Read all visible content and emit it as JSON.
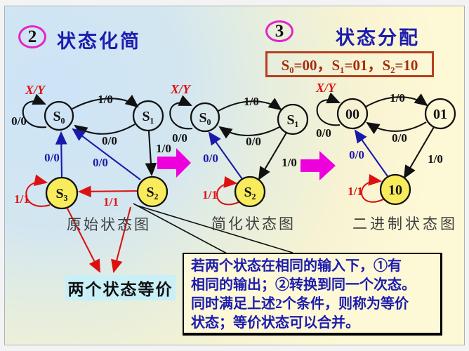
{
  "slide": {
    "section2": {
      "badge": "2",
      "title": "状态化简"
    },
    "section3": {
      "badge": "3",
      "title": "状态分配"
    },
    "assignment_text": "S₀=00，S₁=01，S₂=10",
    "colors": {
      "badge_ring_magenta": "#e324c8",
      "title_blue": "#1c1cae",
      "assignment_red": "#a52e0d",
      "arrow_black": "#111111",
      "arrow_blue": "#1a1aaa",
      "arrow_red": "#dd1111",
      "state_yellow_fill": "#f8eb5c",
      "big_arrow_magenta": "#ee00dd",
      "equiv_box_bg": "#c9f0f7",
      "bg_blue": "#cde4f7",
      "bg_yellow": "#fdf8d6"
    },
    "diagrams": [
      {
        "caption": "原始状态图",
        "input_output_label": "X/Y",
        "states": [
          {
            "label": "S₀"
          },
          {
            "label": "S₁"
          },
          {
            "label": "S₃"
          },
          {
            "label": "S₂"
          }
        ],
        "edges": [
          {
            "from": "S0",
            "to": "S0",
            "label": "0/0"
          },
          {
            "from": "S0",
            "to": "S1",
            "label": "1/0"
          },
          {
            "from": "S1",
            "to": "S0",
            "label": "0/0"
          },
          {
            "from": "S1",
            "to": "S2",
            "label": "1/0"
          },
          {
            "from": "S3",
            "to": "S0",
            "label": "0/0"
          },
          {
            "from": "S2",
            "to": "S0",
            "label": "0/0"
          },
          {
            "from": "S3",
            "to": "S3",
            "label": "1/1"
          },
          {
            "from": "S2",
            "to": "S3",
            "label": "1/1"
          }
        ]
      },
      {
        "caption": "简化状态图",
        "input_output_label": "X/Y",
        "states": [
          {
            "label": "S₀"
          },
          {
            "label": "S₁"
          },
          {
            "label": "S₂"
          }
        ],
        "edges": [
          {
            "from": "S0",
            "to": "S0",
            "label": "0/0"
          },
          {
            "from": "S0",
            "to": "S1",
            "label": "1/0"
          },
          {
            "from": "S1",
            "to": "S0",
            "label": "0/0"
          },
          {
            "from": "S1",
            "to": "S2",
            "label": "1/0"
          },
          {
            "from": "S2",
            "to": "S0",
            "label": "0/0"
          },
          {
            "from": "S2",
            "to": "S2",
            "label": "1/1"
          }
        ]
      },
      {
        "caption": "二进制状态图",
        "input_output_label": "X/Y",
        "states": [
          {
            "label": "00"
          },
          {
            "label": "01"
          },
          {
            "label": "10"
          }
        ],
        "edges": [
          {
            "from": "00",
            "to": "00",
            "label": "0/0"
          },
          {
            "from": "00",
            "to": "01",
            "label": "1/0"
          },
          {
            "from": "01",
            "to": "00",
            "label": "0/0"
          },
          {
            "from": "01",
            "to": "10",
            "label": "1/0"
          },
          {
            "from": "10",
            "to": "00",
            "label": "0/0"
          },
          {
            "from": "10",
            "to": "10",
            "label": "1/1"
          }
        ]
      }
    ],
    "equivalence_box": {
      "text": "两个状态等价"
    },
    "note_box": {
      "lines": [
        "若两个状态在相同的输入下，①有",
        "相同的输出；②转换到同一个次态。",
        "同时满足上述2个条件，则称为等价",
        "状态；等价状态可以合并。"
      ]
    }
  }
}
